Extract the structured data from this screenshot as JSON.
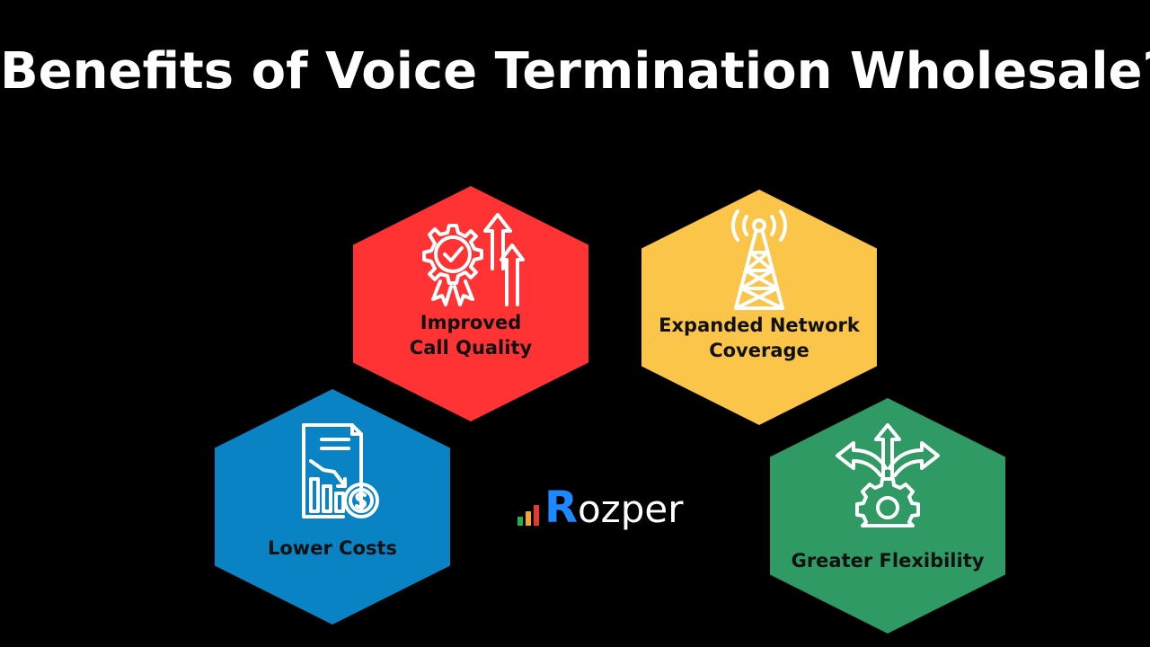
{
  "title": "Benefits of Voice Termination Wholesale?",
  "colors": {
    "background": "#000000",
    "quality": "#ff3333",
    "coverage": "#fbc54a",
    "costs": "#0a83c4",
    "flexibility": "#2f9a63",
    "icon_stroke": "#ffffff",
    "logo_blue": "#1e88ff",
    "logo_green": "#22b14c",
    "logo_orange": "#f5a623",
    "logo_red": "#e53935"
  },
  "benefits": [
    {
      "label": "Improved\nCall Quality",
      "icon": "gear-check-arrows-icon"
    },
    {
      "label": "Expanded Network\nCoverage",
      "icon": "signal-tower-icon"
    },
    {
      "label": "Lower Costs",
      "icon": "document-chart-dollar-icon"
    },
    {
      "label": "Greater Flexibility",
      "icon": "gear-branching-arrows-icon"
    }
  ],
  "logo": {
    "first_letter": "R",
    "rest": "ozper"
  }
}
